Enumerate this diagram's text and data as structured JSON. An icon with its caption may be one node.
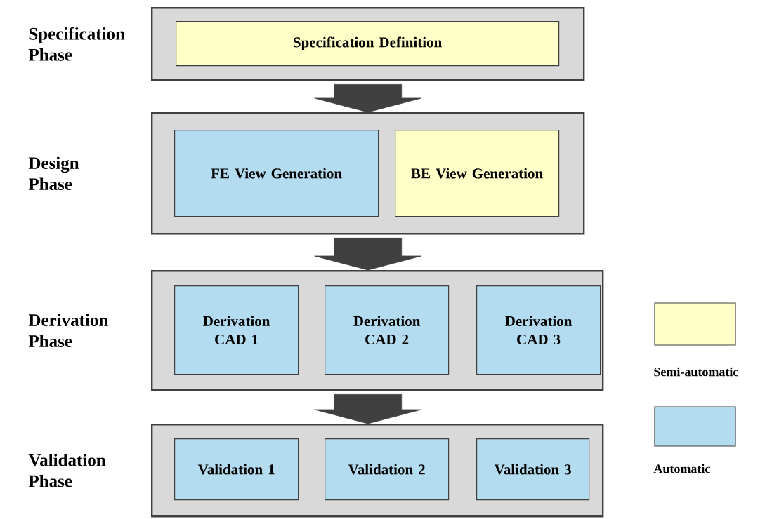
{
  "diagram": {
    "nodes": [
      {
        "text": [
          "Specification Phase"
        ]
      },
      {
        "text": [
          "Specification Definition"
        ],
        "in": 0
      },
      {
        "text": [
          "Design Phase"
        ]
      },
      {
        "text": [
          "FE View Generation"
        ],
        "in": 2
      },
      {
        "text": [
          "BE View Generation"
        ],
        "in": 2
      },
      {
        "text": [
          "Derivation Phase"
        ]
      },
      {
        "text": [
          "Derivation CAD 1"
        ],
        "in": 5
      },
      {
        "text": [
          "Derivation CAD 2"
        ],
        "in": 5
      },
      {
        "text": [
          "Derivation CAD 3"
        ],
        "in": 5
      },
      {
        "text": [
          "Validation Phase"
        ]
      },
      {
        "text": [
          "Validation 1"
        ],
        "in": 9
      },
      {
        "text": [
          "Validation 2"
        ],
        "in": 9
      },
      {
        "text": [
          "Validation 3"
        ],
        "in": 9
      }
    ],
    "edges": [
      {
        "from": 0,
        "to": 2,
        "arrow": "to",
        "style": "thick"
      },
      {
        "from": 2,
        "to": 5,
        "arrow": "to",
        "style": "thick"
      },
      {
        "from": 5,
        "to": 9,
        "arrow": "to",
        "style": "thick"
      }
    ],
    "legend": [
      {
        "text": "Semi-automatic",
        "color": "#ffffc8"
      },
      {
        "text": "Automatic",
        "color": "#b4dcf0"
      }
    ]
  }
}
